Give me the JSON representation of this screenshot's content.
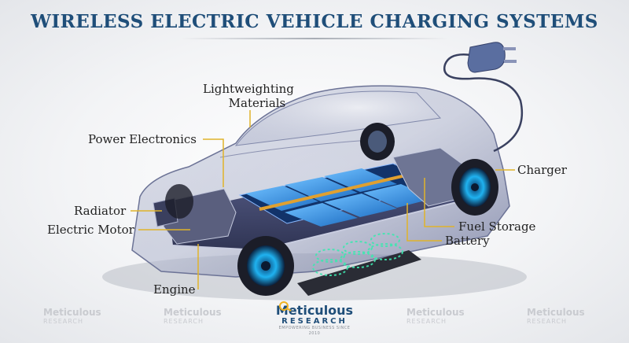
{
  "title": "WIRELESS ELECTRIC VEHICLE CHARGING SYSTEMS",
  "labels": {
    "lightweighting_line1": "Lightweighting",
    "lightweighting_line2": "Materials",
    "power_electronics": "Power Electronics",
    "radiator": "Radiator",
    "electric_motor": "Electric Motor",
    "engine": "Engine",
    "charger": "Charger",
    "fuel_storage": "Fuel Storage",
    "battery": "Battery"
  },
  "brand": {
    "name": "Meticulous",
    "sub": "RESEARCH",
    "tagline": "EMPOWERING BUSINESS SINCE 2010"
  },
  "watermark": {
    "name": "Meticulous",
    "sub": "RESEARCH"
  },
  "colors": {
    "title": "#1f4e79",
    "leader_line": "#e0b32a",
    "battery_cell": "#2f8fe0",
    "coil_glow": "#3ee8b0",
    "wheel_glow": "#1fb2f0",
    "plug": "#5a6ea0"
  }
}
